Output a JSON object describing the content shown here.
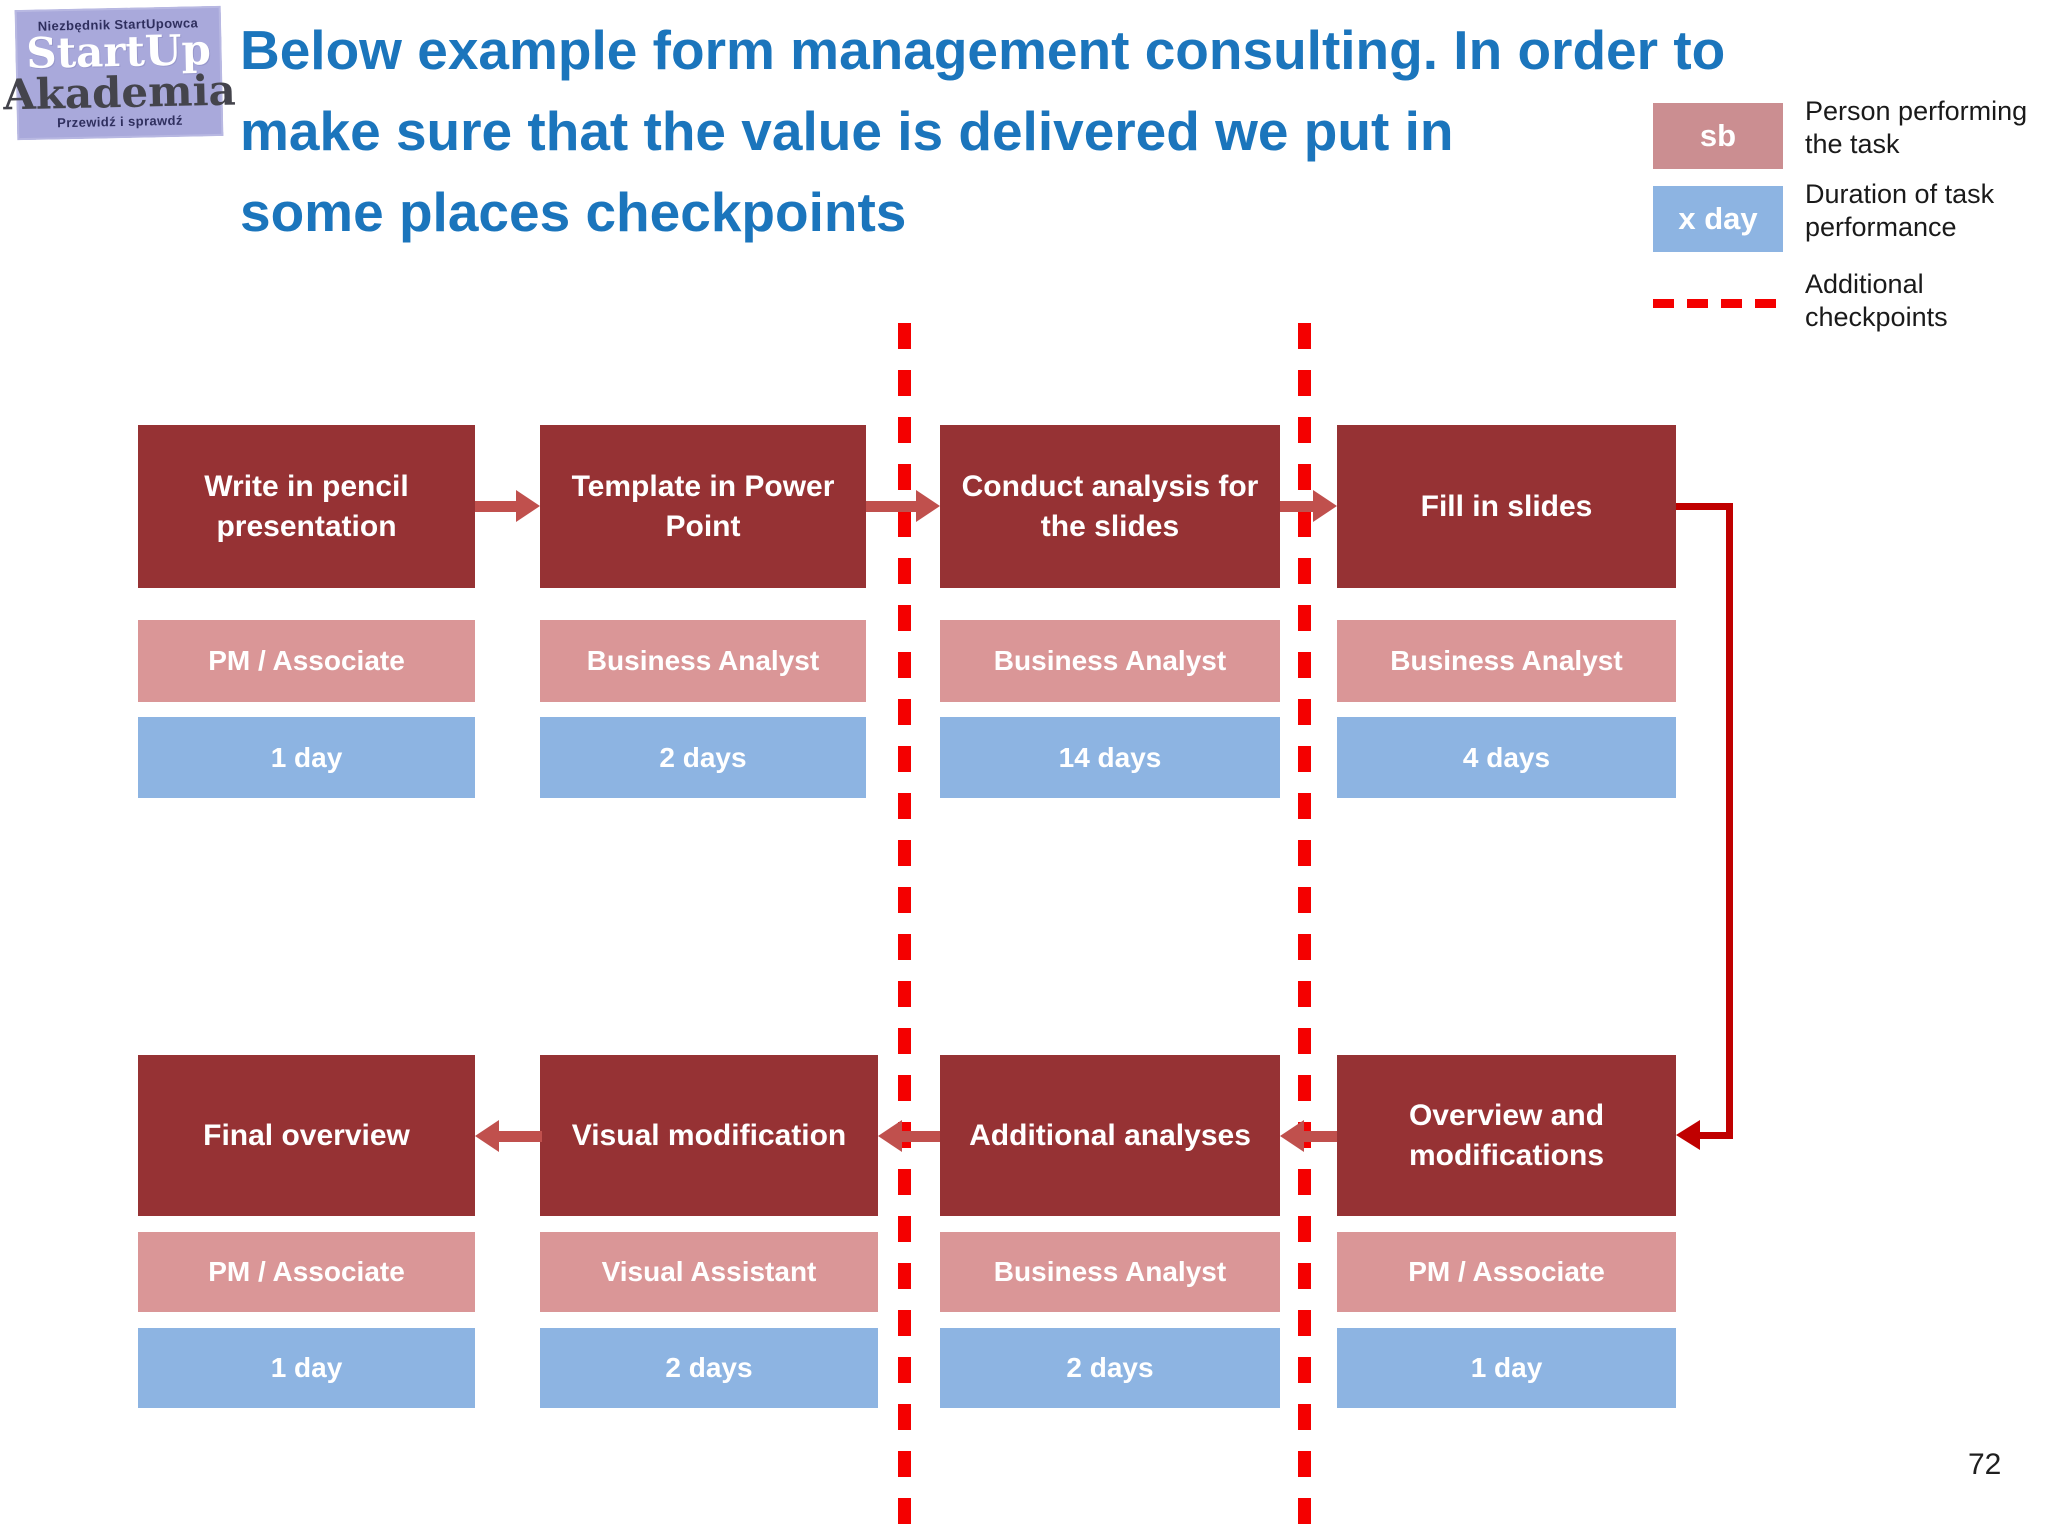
{
  "logo": {
    "tagline_top": "Niezbędnik StartUpowca",
    "name_line1": "StartUp",
    "name_line2": "Akademia",
    "tagline_bottom": "Przewidź i sprawdź"
  },
  "title": {
    "lines": [
      "Below example form management consulting. In order to",
      "make sure that the value is delivered we put in",
      "some places checkpoints"
    ]
  },
  "legend": {
    "person_swatch": "sb",
    "person_label": "Person performing the task",
    "duration_swatch": "x day",
    "duration_label": "Duration of task performance",
    "checkpoint_label": "Additional checkpoints"
  },
  "flow": {
    "row1": [
      {
        "task": "Write in pencil presentation",
        "person": "PM / Associate",
        "duration": "1 day"
      },
      {
        "task": "Template in Power Point",
        "person": "Business Analyst",
        "duration": "2 days"
      },
      {
        "task": "Conduct analysis for the slides",
        "person": "Business Analyst",
        "duration": "14 days"
      },
      {
        "task": "Fill in slides",
        "person": "Business Analyst",
        "duration": "4 days"
      }
    ],
    "row2": [
      {
        "task": "Final overview",
        "person": "PM / Associate",
        "duration": "1 day"
      },
      {
        "task": "Visual modification",
        "person": "Visual Assistant",
        "duration": "2 days"
      },
      {
        "task": "Additional analyses",
        "person": "Business Analyst",
        "duration": "2 days"
      },
      {
        "task": "Overview and modifications",
        "person": "PM / Associate",
        "duration": "1 day"
      }
    ]
  },
  "colors": {
    "title_blue": "#1b75bc",
    "task_dark_red": "#963234",
    "person_pink": "#da9697",
    "duration_blue": "#8db4e2",
    "legend_pink": "#cb8e91",
    "arrow_red": "#c0504d",
    "connector_red": "#c00000",
    "checkpoint_red": "#f40000",
    "logo_purple": "#a9a9db"
  },
  "page": {
    "number": "72"
  }
}
